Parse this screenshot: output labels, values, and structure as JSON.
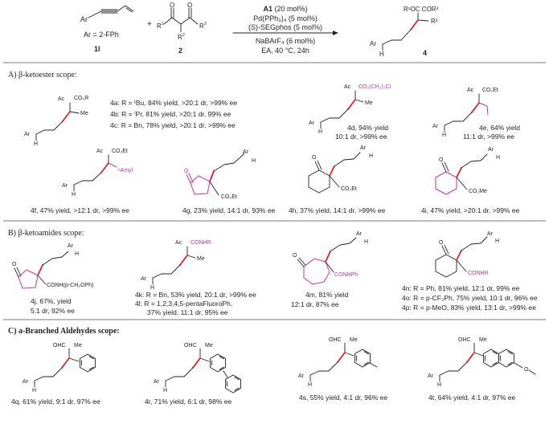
{
  "colors": {
    "text": "#231f20",
    "accent_bond": "#e0202a",
    "highlight": "#c8359e",
    "rule": "#4a4a4a"
  },
  "reaction": {
    "alkyne_ar": "Ar",
    "alkyne_def": "Ar = 2-FPh",
    "alkyne_id": "1l",
    "plus": "+",
    "dicarbonyl_r1": "R",
    "dicarbonyl_r1_sup": "1",
    "dicarbonyl_r2": "R",
    "dicarbonyl_r2_sup": "2",
    "dicarbonyl_r3": "R",
    "dicarbonyl_r3_sup": "3",
    "dicarbonyl_id": "2",
    "cond1_bold": "A1",
    "cond1": " (20 mol%)",
    "cond2": "Pd(PPh₃)₄ (5 mol%)",
    "cond3": "(S)-SEGphos (5 mol%)",
    "cond4": "NaBArF₄ (6 mol%)",
    "cond5": "EA, 40 °C, 24h",
    "product_top": "R¹OC   COR³",
    "product_r2": "R²",
    "product_ar": "Ar",
    "product_h": "H",
    "product_id": "4"
  },
  "sectionA": {
    "title": "A) β-ketoester scope:",
    "main_labels": {
      "ac": "Ac",
      "co2r": "CO₂R",
      "me": "Me",
      "ar": "Ar",
      "h": "H"
    },
    "entries_abc": [
      "4a: R = ᵗBu, 84% yield, >20:1 dr, >99% ee",
      "4b: R = ⁱPr, 81% yield, >20:1 dr, 99% ee",
      "4c: R = Bn, 78% yield, >20:1 dr, >99% ee"
    ],
    "d": {
      "ac": "Ac",
      "sub": "CO₂(CH₂)₂Cl",
      "me": "Me",
      "ar": "Ar",
      "h": "H",
      "l1": "4d, 94% yield",
      "l2": "10:1 dr, >99% ee"
    },
    "e": {
      "ac": "Ac",
      "co2": "CO₂Et",
      "ar": "Ar",
      "h": "H",
      "l1": "4e, 64% yield",
      "l2": "11:1 dr, >99% ee"
    },
    "f": {
      "ac": "Ac",
      "co2": "CO₂Et",
      "amyl": "ⁿAmyl",
      "ar": "Ar",
      "h": "H",
      "label": "4f, 47% yield, >12:1 dr, >99% ee"
    },
    "g": {
      "o": "O",
      "ar": "Ar",
      "h": "H",
      "co2": "CO₂Et",
      "label": "4g, 23% yield, 14:1 dr, 93% ee"
    },
    "h": {
      "o": "O",
      "ar": "Ar",
      "h": "H",
      "co2": "CO₂Et",
      "label": "4h, 37% yield, 14:1 dr, >99% ee"
    },
    "i": {
      "o": "O",
      "ar": "Ar",
      "h": "H",
      "co2": "CO₂Me",
      "label": "4i, 47% yield, >20:1 dr, >99% ee"
    }
  },
  "sectionB": {
    "title": "B) β-ketoamides scope:",
    "j": {
      "o": "O",
      "ar": "Ar",
      "h": "H",
      "amide": "CONH(p-CH₃OPh)",
      "l1": "4j, 67%, yield",
      "l2": "5:1 dr, 92% ee"
    },
    "kl": {
      "ac": "Ac",
      "conhr": "CONHR",
      "me": "Me",
      "ar": "Ar",
      "h": "H",
      "l1": "4k: R = Bn, 53% yield, 20:1 dr, >99% ee",
      "l2": "4l: R = 1,2,3,4,5-pentaFluoroPh,",
      "l3": "37% yield, 11:1 dr, 95% ee"
    },
    "m": {
      "o": "O",
      "ar": "Ar",
      "h": "H",
      "amide": "CONHPh",
      "l1": "4m, 81% yield",
      "l2": "12:1 dr, 87% ee"
    },
    "nop": {
      "o": "O",
      "ar": "Ar",
      "h": "H",
      "amide": "CONHR",
      "l1": "4n: R = Ph, 81% yield, 12:1 dr, 99% ee",
      "l2": "4o: R = p-CF₃Ph, 75% yield, 10:1 dr, 96% ee",
      "l3": "4p: R = p-MeO, 83% yield, 13:1 dr, >99% ee"
    }
  },
  "sectionC": {
    "title": "C) a-Branched Aldehydes scope:",
    "q": {
      "ohc": "OHC",
      "me": "Me",
      "ar": "Ar",
      "h": "H",
      "label": "4q, 61% yield, 9:1 dr, 97% ee"
    },
    "r": {
      "ohc": "OHC",
      "me": "Me",
      "ar": "Ar",
      "h": "H",
      "label": "4r, 71% yield, 6:1 dr, 98% ee"
    },
    "s": {
      "ohc": "OHC",
      "me": "Me",
      "ar": "Ar",
      "h": "H",
      "label": "4s, 55% yield, 4:1 dr, 96% ee"
    },
    "t": {
      "ohc": "OHC",
      "me": "Me",
      "ar": "Ar",
      "h": "H",
      "o": "O",
      "label": "4t, 64% yield, 4:1 dr, 97% ee"
    }
  }
}
